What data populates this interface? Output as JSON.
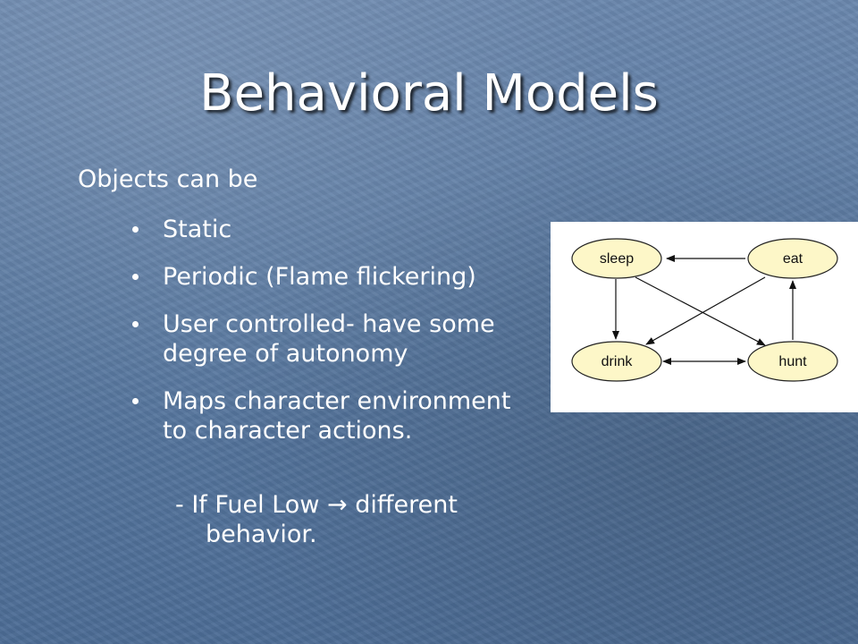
{
  "slide": {
    "title": "Behavioral Models",
    "intro": "Objects can be",
    "bullets": [
      {
        "line1": "Static",
        "line2": ""
      },
      {
        "line1": "Periodic (Flame flickering)",
        "line2": ""
      },
      {
        "line1": "User controlled- have some",
        "line2": "degree of autonomy"
      },
      {
        "line1": "Maps character environment",
        "line2": "to character actions."
      }
    ],
    "subnote": {
      "prefix": "- If Fuel Low",
      "arrow": "→",
      "suffix": "different",
      "line2": "behavior."
    }
  },
  "diagram": {
    "node_fill": "#fdf7c8",
    "node_stroke": "#222222",
    "nodes": {
      "sleep": "sleep",
      "eat": "eat",
      "drink": "drink",
      "hunt": "hunt"
    },
    "edges": [
      {
        "from": "eat",
        "to": "sleep"
      },
      {
        "from": "sleep",
        "to": "drink"
      },
      {
        "from": "sleep",
        "to": "hunt"
      },
      {
        "from": "eat",
        "to": "drink"
      },
      {
        "from": "hunt",
        "to": "eat"
      },
      {
        "from": "drink",
        "to": "hunt",
        "bidirectional": true
      }
    ]
  }
}
